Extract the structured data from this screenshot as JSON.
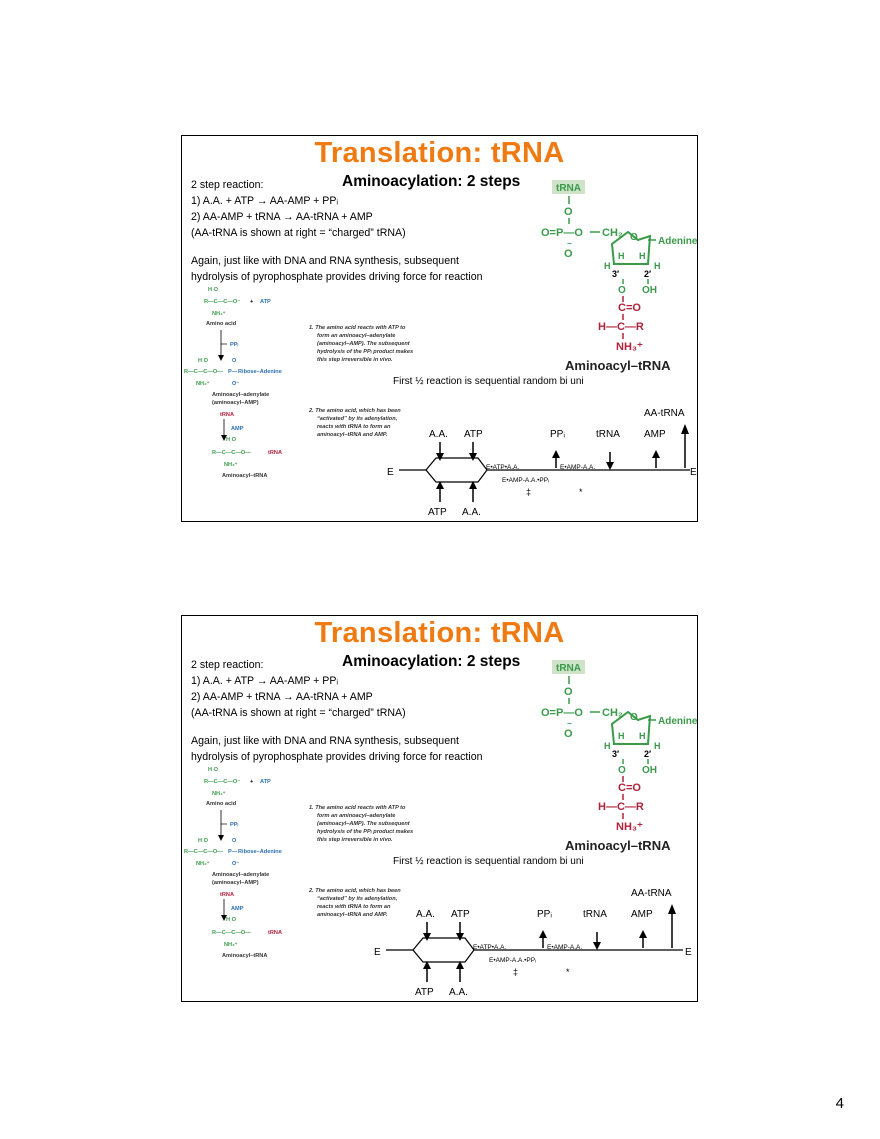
{
  "slides": [
    {
      "title": "Translation:  tRNA",
      "subtitle": "Aminoacylation: 2 steps",
      "lines": [
        "2 step reaction:",
        "1)   A.A. + ATP → AA-AMP + PPᵢ",
        "2)   AA-AMP + tRNA → AA-tRNA + AMP",
        "(AA-tRNA is shown at right = “charged” tRNA)",
        "Again, just like with DNA and RNA synthesis, subsequent",
        "hydrolysis of pyrophosphate provides driving force for reaction"
      ],
      "diagram": {
        "amino_acid_label": "Amino acid",
        "atp_label": "ATP",
        "ppi_label": "PPᵢ",
        "ribose_adenine_label": "Ribose–Adenine",
        "adenylate_label_1": "Aminoacyl–adenylate",
        "adenylate_label_2": "(aminoacyl–AMP)",
        "trna_label": "tRNA",
        "amp_label": "AMP",
        "trna_end_label": "tRNA",
        "product_label": "Aminoacyl–tRNA",
        "step1_lines": [
          "1.  The amino acid reacts with ATP to",
          "form an aminoacyl–adenylate",
          "(aminoacyl–AMP). The subsequent",
          "hydrolysis of the PPᵢ product makes",
          "this step irreversible in vivo."
        ],
        "step2_lines": [
          "2.  The amino acid, which has been",
          "“activated” by its adenylation,",
          "reacts with tRNA to form an",
          "aminoacyl–tRNA and AMP."
        ]
      },
      "structure": {
        "trna_tag": "tRNA",
        "adenine": "Adenine",
        "ch2": "CH₂",
        "o_top": "O",
        "p_line": "O=P—O",
        "h": "H",
        "prime3": "3′",
        "prime2": "2′",
        "oh": "OH",
        "co": "C=O",
        "hcr": "H—C—R",
        "nh3": "NH₃⁺",
        "label": "Aminoacyl–tRNA"
      },
      "caption": "First ½ reaction is sequential random bi uni",
      "mechanism": {
        "e_left": "E",
        "e_right": "E",
        "aa_top": "A.A.",
        "atp_top": "ATP",
        "ppi": "PPᵢ",
        "trna": "tRNA",
        "amp": "AMP",
        "aatrna": "AA-tRNA",
        "atp_bottom": "ATP",
        "aa_bottom": "A.A.",
        "complex1": "E•ATP•A.A.",
        "complex2": "E•AMP-A.A.",
        "complex3": "E•AMP-A.A.•PPᵢ",
        "dagger": "‡",
        "star": "*"
      }
    },
    {
      "title": "Translation:  tRNA",
      "subtitle": "Aminoacylation: 2 steps",
      "lines": [
        "2 step reaction:",
        "1)   A.A. + ATP → AA-AMP + PPᵢ",
        "2)   AA-AMP + tRNA → AA-tRNA + AMP",
        "(AA-tRNA is shown at right = “charged” tRNA)",
        "Again, just like with DNA and RNA synthesis, subsequent",
        "hydrolysis of pyrophosphate provides driving force for reaction"
      ],
      "diagram": {
        "amino_acid_label": "Amino acid",
        "atp_label": "ATP",
        "ppi_label": "PPᵢ",
        "ribose_adenine_label": "Ribose–Adenine",
        "adenylate_label_1": "Aminoacyl–adenylate",
        "adenylate_label_2": "(aminoacyl–AMP)",
        "trna_label": "tRNA",
        "amp_label": "AMP",
        "trna_end_label": "tRNA",
        "product_label": "Aminoacyl–tRNA",
        "step1_lines": [
          "1.  The amino acid reacts with ATP to",
          "form an aminoacyl–adenylate",
          "(aminoacyl–AMP). The subsequent",
          "hydrolysis of the PPᵢ product makes",
          "this step irreversible in vivo."
        ],
        "step2_lines": [
          "2.  The amino acid, which has been",
          "“activated” by its adenylation,",
          "reacts with tRNA to form an",
          "aminoacyl–tRNA and AMP."
        ]
      },
      "structure": {
        "trna_tag": "tRNA",
        "adenine": "Adenine",
        "ch2": "CH₂",
        "o_top": "O",
        "p_line": "O=P—O",
        "h": "H",
        "prime3": "3′",
        "prime2": "2′",
        "oh": "OH",
        "co": "C=O",
        "hcr": "H—C—R",
        "nh3": "NH₃⁺",
        "label": "Aminoacyl–tRNA"
      },
      "caption": "First ½ reaction is sequential random bi uni",
      "mechanism": {
        "e_left": "E",
        "e_right": "E",
        "aa_top": "A.A.",
        "atp_top": "ATP",
        "ppi": "PPᵢ",
        "trna": "tRNA",
        "amp": "AMP",
        "aatrna": "AA-tRNA",
        "atp_bottom": "ATP",
        "aa_bottom": "A.A.",
        "complex1": "E•ATP•A.A.",
        "complex2": "E•AMP-A.A.",
        "complex3": "E•AMP-A.A.•PPᵢ",
        "dagger": "‡",
        "star": "*"
      }
    }
  ],
  "page_number": "4",
  "colors": {
    "title": "#f07a12",
    "green": "#3a9a4a",
    "red": "#b0233a",
    "blue": "#2a6fb5"
  }
}
